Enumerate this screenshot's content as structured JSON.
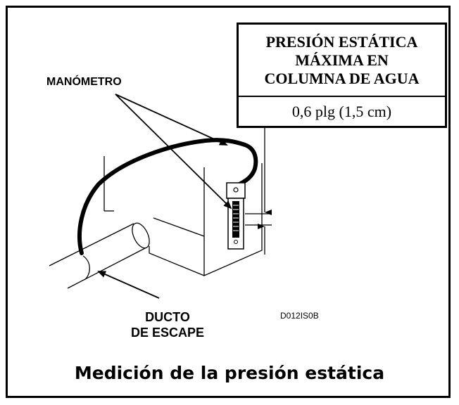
{
  "spec": {
    "title_lines": [
      "PRESIÓN ESTÁTICA",
      "MÁXIMA EN",
      "COLUMNA DE AGUA"
    ],
    "value": "0,6 plg (1,5 cm)"
  },
  "labels": {
    "manometer": "MANÓMETRO",
    "duct_line1": "DUCTO",
    "duct_line2": "DE ESCAPE",
    "figure_code": "D012IS0B"
  },
  "caption": "Medición de la presión estática",
  "colors": {
    "ink": "#000000",
    "background": "#ffffff"
  }
}
